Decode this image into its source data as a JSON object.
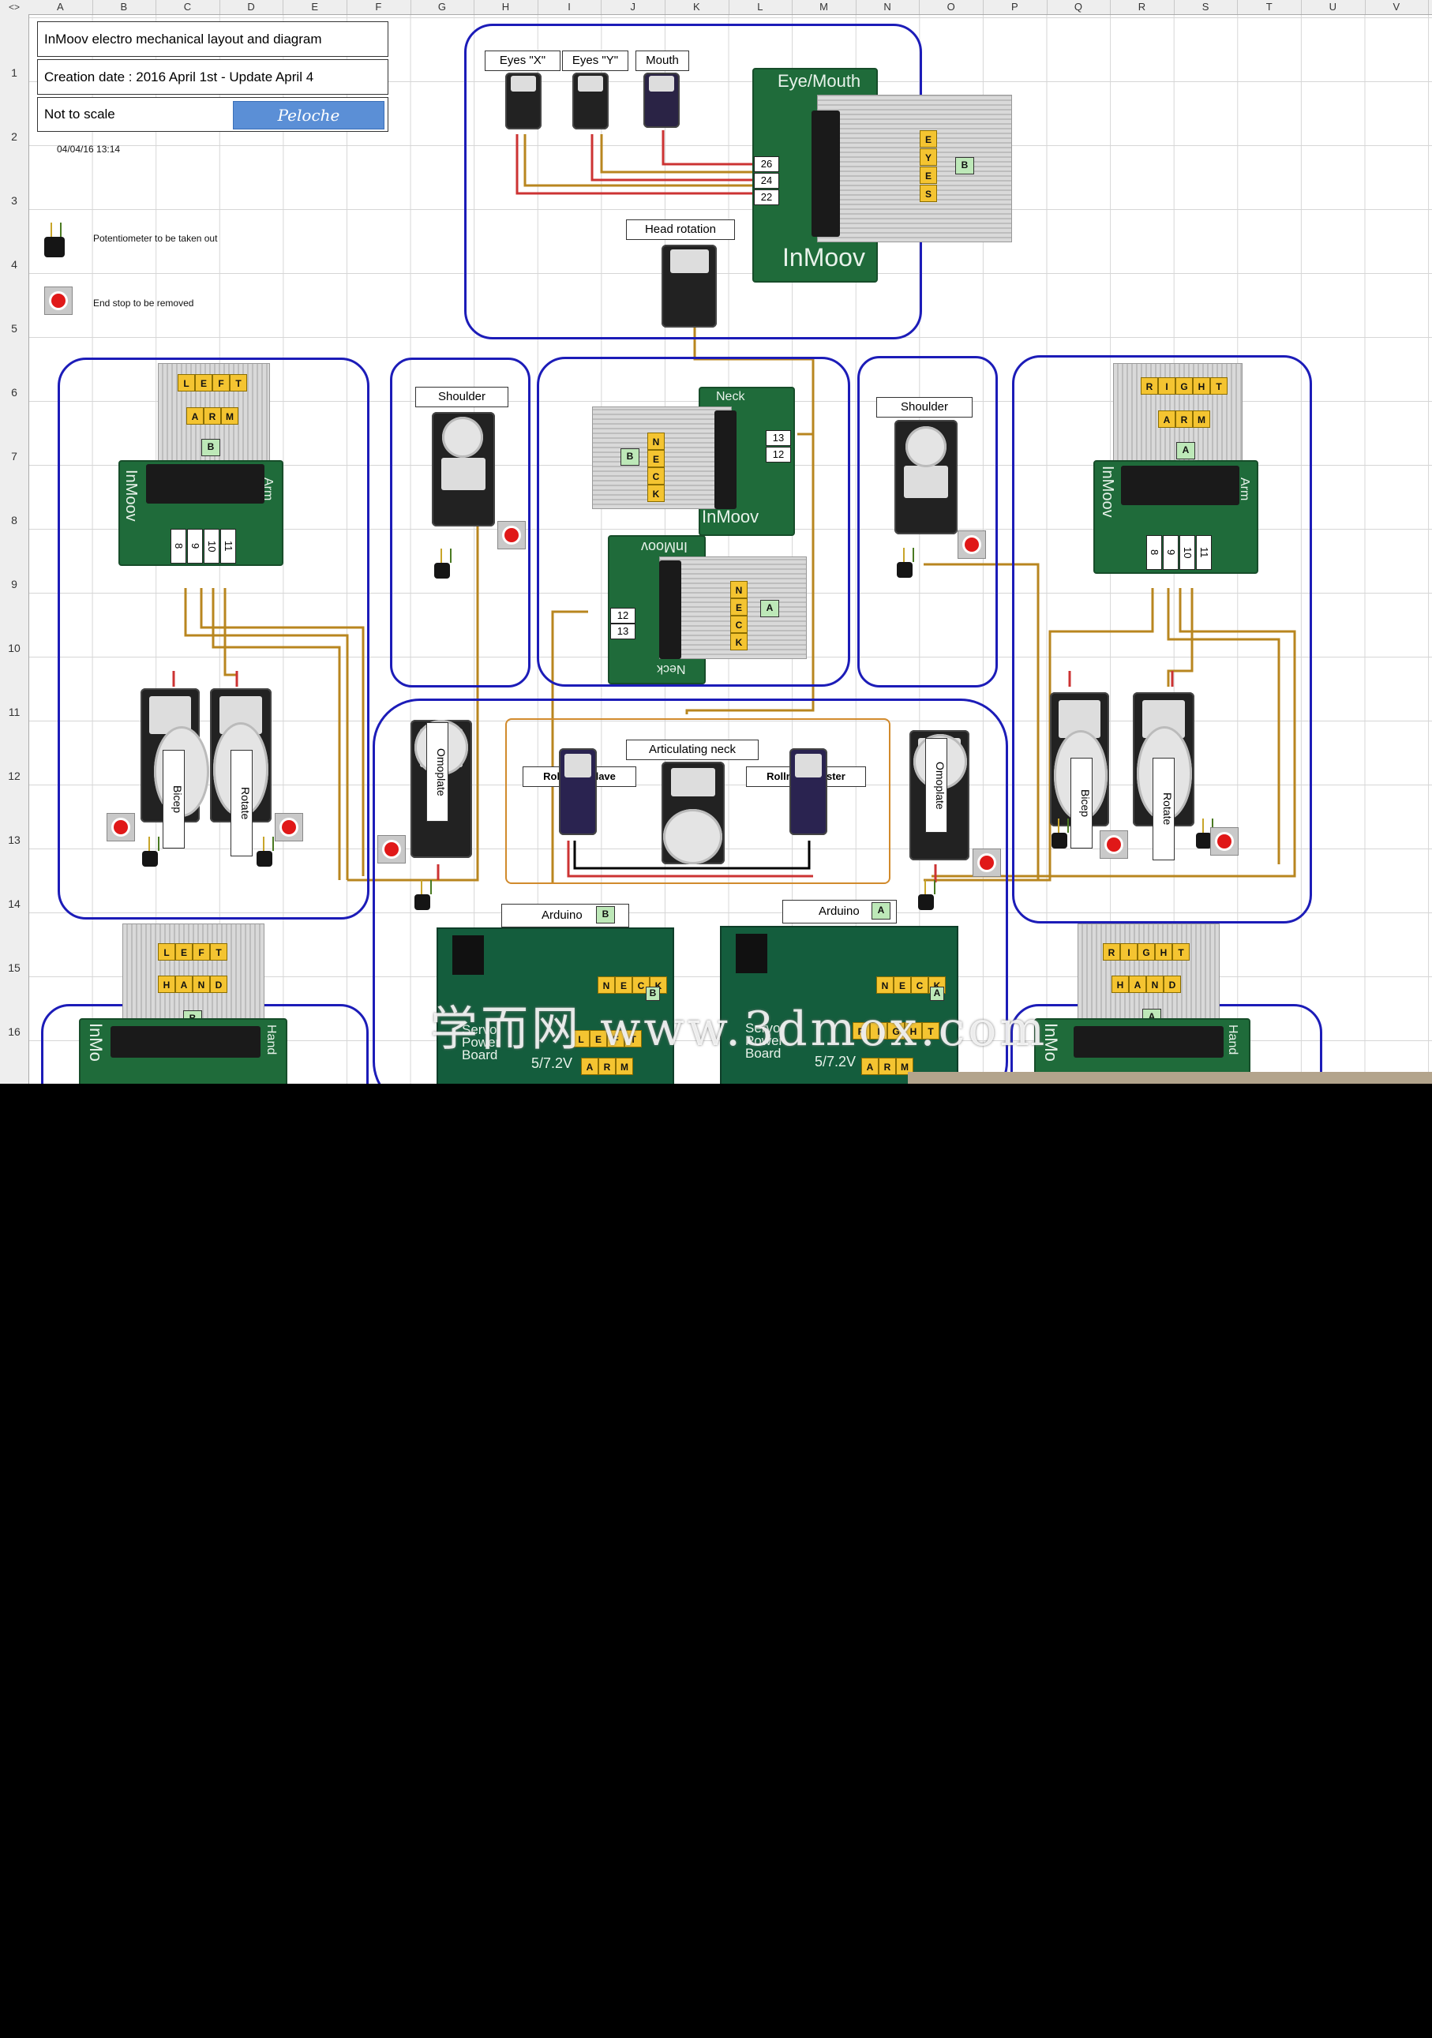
{
  "sheet": {
    "columns": [
      "A",
      "B",
      "C",
      "D",
      "E",
      "F",
      "G",
      "H",
      "I",
      "J",
      "K",
      "L",
      "M",
      "N",
      "O",
      "P",
      "Q",
      "R",
      "S",
      "T",
      "U",
      "V"
    ],
    "rows": [
      "1",
      "2",
      "3",
      "4",
      "5",
      "6",
      "7",
      "8",
      "9",
      "10",
      "11",
      "12",
      "13",
      "14",
      "15",
      "16"
    ],
    "corner": "<>"
  },
  "info": {
    "title": "InMoov electro mechanical layout and diagram",
    "creation": "Creation date : 2016 April 1st - Update April 4",
    "scale": "Not to scale",
    "signature": "Peloche",
    "timestamp": "04/04/16 13:14"
  },
  "legend": {
    "potentiometer": "Potentiometer to be taken out",
    "endstop": "End stop to be removed"
  },
  "head": {
    "eyes_x": "Eyes \"X\"",
    "eyes_y": "Eyes \"Y\"",
    "mouth": "Mouth",
    "head_rotation": "Head rotation",
    "board_label": "Eye/Mouth",
    "board_brand": "InMoov",
    "pins": [
      "26",
      "24",
      "22"
    ],
    "plug": [
      "E",
      "Y",
      "E",
      "S"
    ],
    "tag": "B"
  },
  "left_arm": {
    "plug_row1": [
      "L",
      "E",
      "F",
      "T"
    ],
    "plug_row2": [
      "A",
      "R",
      "M"
    ],
    "tag": "B",
    "board_brand": "InMoov",
    "board_label": "Arm",
    "pins": [
      "8",
      "9",
      "10",
      "11"
    ],
    "bicep": "Bicep",
    "rotate": "Rotate"
  },
  "right_arm": {
    "plug_row1": [
      "R",
      "I",
      "G",
      "H",
      "T"
    ],
    "plug_row2": [
      "A",
      "R",
      "M"
    ],
    "tag": "A",
    "board_brand": "InMoov",
    "board_label": "Arm",
    "pins": [
      "8",
      "9",
      "10",
      "11"
    ],
    "bicep": "Bicep",
    "rotate": "Rotate"
  },
  "shoulders": {
    "left": "Shoulder",
    "right": "Shoulder"
  },
  "neck": {
    "board_label": "Neck",
    "board_brand": "InMoov",
    "plug": [
      "N",
      "E",
      "C",
      "K"
    ],
    "tag_b": "B",
    "tag_a": "A",
    "pins_top": [
      "13",
      "12"
    ],
    "pins_bottom": [
      "12",
      "13"
    ]
  },
  "torso": {
    "omoplate_left": "Omoplate",
    "omoplate_right": "Omoplate",
    "articulating_neck": "Articulating neck",
    "rollneck_slave": "Rollneck Slave",
    "rollneck_master": "Rollneck Master",
    "arduino_b": "Arduino",
    "arduino_b_tag": "B",
    "arduino_a": "Arduino",
    "arduino_a_tag": "A",
    "board_b_text": "Servo Power Board",
    "board_a_text": "Servo Power Board",
    "voltage": "5/7.2V",
    "plug_b_neck": [
      "N",
      "E",
      "C",
      "K"
    ],
    "plug_b_arm1": [
      "L",
      "E",
      "F",
      "T"
    ],
    "plug_b_arm2": [
      "A",
      "R",
      "M"
    ],
    "plug_a_neck": [
      "N",
      "E",
      "C",
      "K"
    ],
    "plug_a_arm1": [
      "R",
      "I",
      "G",
      "H",
      "T"
    ],
    "plug_a_arm2": [
      "A",
      "R",
      "M"
    ],
    "tag_b_small": "B",
    "tag_a_small": "A"
  },
  "left_hand": {
    "plug_row1": [
      "L",
      "E",
      "F",
      "T"
    ],
    "plug_row2": [
      "H",
      "A",
      "N",
      "D"
    ],
    "tag": "B",
    "brand": "InMo",
    "label": "Hand"
  },
  "right_hand": {
    "plug_row1": [
      "R",
      "I",
      "G",
      "H",
      "T"
    ],
    "plug_row2": [
      "H",
      "A",
      "N",
      "D"
    ],
    "tag": "A",
    "brand": "InMo",
    "label": "Hand"
  },
  "watermark": "学而网 www.3dmox.com",
  "colors": {
    "group_border": "#1c1cb8",
    "pcb": "#1f6b3a",
    "plug": "#f4c431",
    "tag": "#bde8b8",
    "wire_orange": "#d18a2c"
  }
}
